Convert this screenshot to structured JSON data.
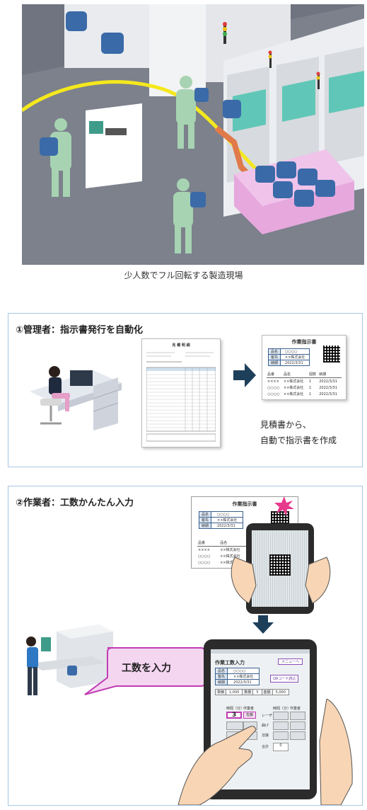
{
  "factory": {
    "caption": "少人数でフル回転する製造現場"
  },
  "panel1": {
    "title": "①管理者：指示書発行を自動化",
    "estimate_doc": {
      "title": "見 積 明 細"
    },
    "instruction_doc": {
      "title": "作業指示書",
      "fields": [
        {
          "label": "品名",
          "value": "○○○○"
        },
        {
          "label": "客先",
          "value": "××株式会社"
        },
        {
          "label": "納期",
          "value": "2022/3/31"
        }
      ],
      "table_headers": [
        "品番",
        "品名",
        "個数",
        "納期"
      ],
      "table_rows": [
        [
          "××××",
          "××株式会社",
          "1",
          "2022/3/31"
        ],
        [
          "○○○○",
          "××株式会社",
          "1",
          "2022/3/31"
        ],
        [
          "○○○○",
          "××株式会社",
          "1",
          "2022/3/31"
        ]
      ]
    },
    "description_lines": [
      "見積書から、",
      "自動で指示書を作成"
    ]
  },
  "panel2": {
    "title": "②作業者：工数かんたん入力",
    "paper": {
      "title": "作業指示書",
      "fields": [
        {
          "label": "品名",
          "value": "○○○○"
        },
        {
          "label": "客先",
          "value": "××株式会社"
        },
        {
          "label": "納期",
          "value": "2022/3/31"
        }
      ],
      "table_headers": [
        "品番",
        "品名"
      ],
      "table_rows": [
        [
          "××××",
          "××株式会社"
        ],
        [
          "○○○○",
          "××株式会社"
        ],
        [
          "○○○○",
          "××株式会社"
        ]
      ]
    },
    "callout": "工数を入力",
    "tablet_form": {
      "title": "作業工数入力",
      "menu_button": "メニューへ",
      "qr_button": "QRコード読込",
      "fields": [
        {
          "label": "品名",
          "value": "○○○○"
        },
        {
          "label": "客先",
          "value": "××株式会社"
        },
        {
          "label": "納期",
          "value": "2022/3/31"
        }
      ],
      "summary_row": [
        {
          "label": "単価",
          "value": "1,000"
        },
        {
          "label": "数量",
          "value": "5"
        },
        {
          "label": "金額",
          "value": "5,000"
        }
      ],
      "left_headers": [
        "時間（分）",
        "作業者"
      ],
      "right_headers": [
        "時間（分）",
        "作業者"
      ],
      "input_value": "3",
      "input_label": "佐藤",
      "row_labels_right": [
        "レーザ",
        "曲げ",
        "溶接"
      ],
      "total_label": "合計",
      "total_value": "0"
    }
  }
}
